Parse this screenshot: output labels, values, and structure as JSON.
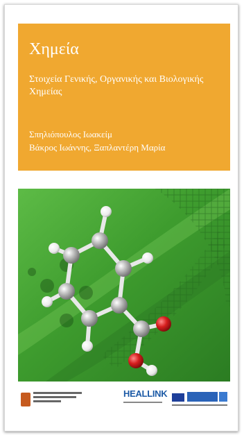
{
  "cover": {
    "title": "Χημεία",
    "subtitle": "Στοιχεία Γενικής, Οργανικής και Βιολογικής Χημείας",
    "authors": [
      "Σπηλιόπουλος Ιωακείμ",
      "Βάκρος Ιωάννης, Ξαπλαντέρη Μαρία"
    ]
  },
  "footer": {
    "healink_label": "HEALLINK"
  },
  "colors": {
    "title_panel": "#f0a830",
    "leaf_green": "#3a9a2c",
    "oxygen_red": "#d61e1e",
    "carbon_grey": "#a9a9a9"
  },
  "icons": [
    "benzoic-acid-molecule-illustration",
    "periodic-table-pattern",
    "publisher-logo",
    "healink-logo",
    "eu-funding-logo"
  ]
}
